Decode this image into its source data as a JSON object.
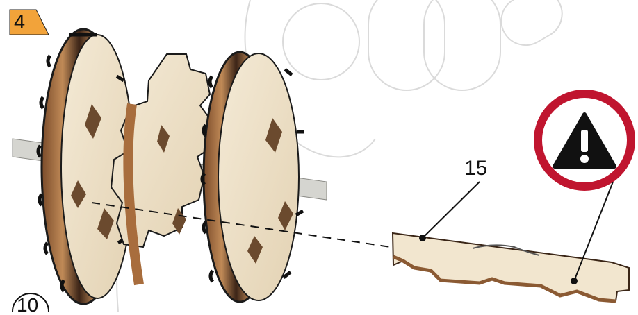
{
  "step": {
    "number": "4",
    "badge_color": "#f2a33a"
  },
  "part_label": "15",
  "footer_partial": "10",
  "warning": {
    "icon": "warning-triangle-icon",
    "ring_color": "#c0152f"
  },
  "colors": {
    "wood_light": "#f0e4cc",
    "wood_mid": "#b98552",
    "wood_dark": "#4a2e1d"
  }
}
